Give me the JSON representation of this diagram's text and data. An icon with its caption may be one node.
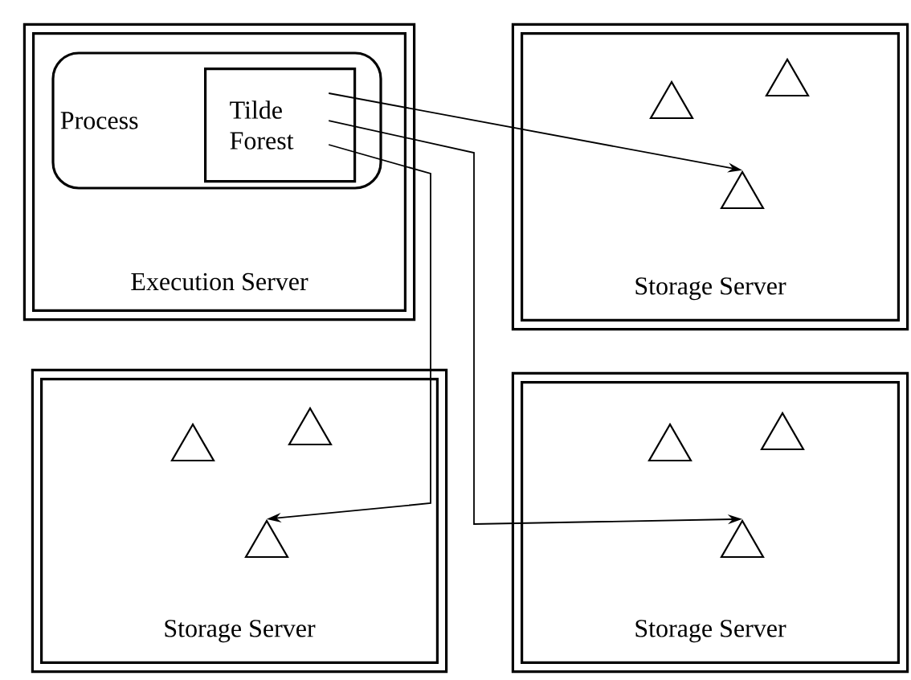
{
  "diagram": {
    "nodes": [
      {
        "text": [
          "Execution Server"
        ]
      },
      {
        "text": [
          "Process"
        ],
        "in": 0
      },
      {
        "text": [
          "Tilde Forest"
        ],
        "in": 1
      },
      {
        "text": [
          "Storage Server"
        ]
      },
      {
        "text": [],
        "shape": "triangle",
        "in": 3
      },
      {
        "text": [],
        "shape": "triangle",
        "in": 3
      },
      {
        "text": [],
        "shape": "triangle",
        "in": 3
      },
      {
        "text": [
          "Storage Server"
        ]
      },
      {
        "text": [],
        "shape": "triangle",
        "in": 7
      },
      {
        "text": [],
        "shape": "triangle",
        "in": 7
      },
      {
        "text": [],
        "shape": "triangle",
        "in": 7
      },
      {
        "text": [
          "Storage Server"
        ]
      },
      {
        "text": [],
        "shape": "triangle",
        "in": 11
      },
      {
        "text": [],
        "shape": "triangle",
        "in": 11
      },
      {
        "text": [],
        "shape": "triangle",
        "in": 11
      }
    ],
    "edges": [
      {
        "from": 2,
        "to": 5,
        "arrow": "to"
      },
      {
        "from": 2,
        "to": 13,
        "arrow": "to"
      },
      {
        "from": 2,
        "to": 9,
        "arrow": "to"
      }
    ]
  }
}
